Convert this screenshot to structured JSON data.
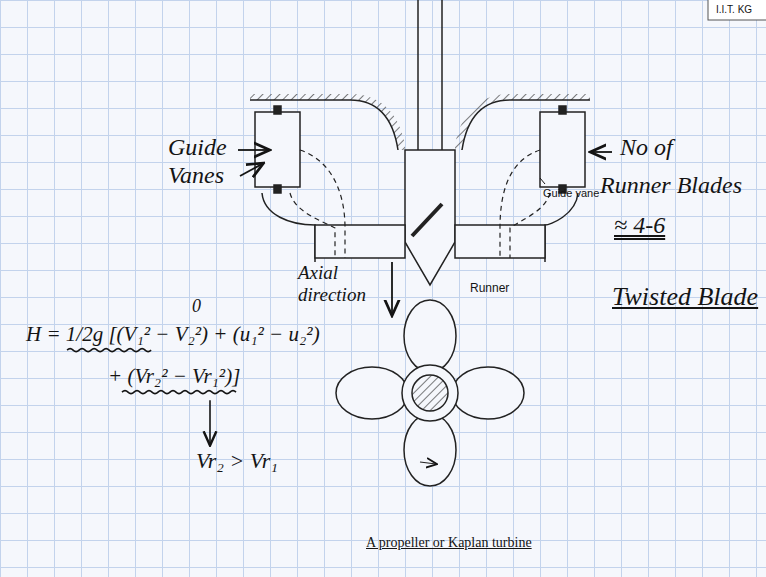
{
  "diagram": {
    "labels": [
      "I.I.T. KG",
      "Guide Vanes",
      "Guide vane",
      "No of",
      "Runner Blades",
      "≈ 4-6",
      "Twisted Blade",
      "Axial direction",
      "Runner",
      "H = 1/2g [(V₁² − V₂²) + (u₁² − u₂²)",
      "0",
      "+ (Vr₂² − Vr₁²)]",
      "Vr₂ > Vr₁",
      "A propeller or Kaplan turbine"
    ]
  }
}
